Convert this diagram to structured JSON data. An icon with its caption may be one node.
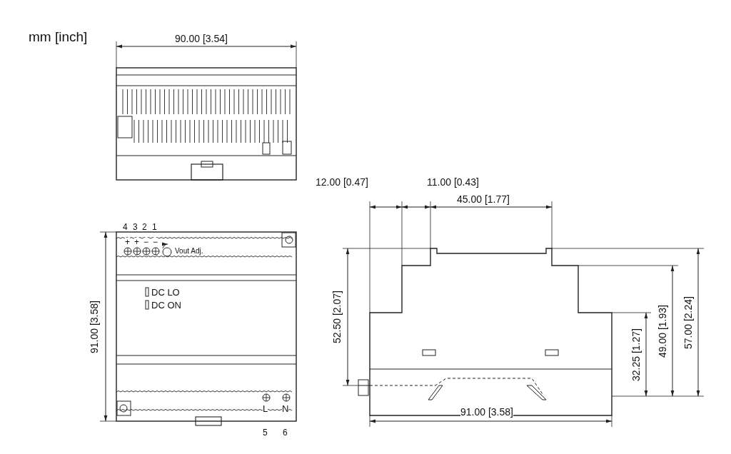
{
  "diagram": {
    "labels": [
      "mm [inch]",
      "90.00 [3.54]",
      "12.00 [0.47]",
      "11.00 [0.43]",
      "45.00 [1.77]",
      "4",
      "3",
      "2",
      "1",
      "+",
      "+",
      "−",
      "−",
      "Vout Adj.",
      "DC LO",
      "DC ON",
      "91.00 [3.58]",
      "52.50 [2.07]",
      "32.25 [1.27]",
      "49.00 [1.93]",
      "57.00 [2.24]",
      "L",
      "N",
      "91.00 [3.58]",
      "5",
      "6"
    ]
  }
}
